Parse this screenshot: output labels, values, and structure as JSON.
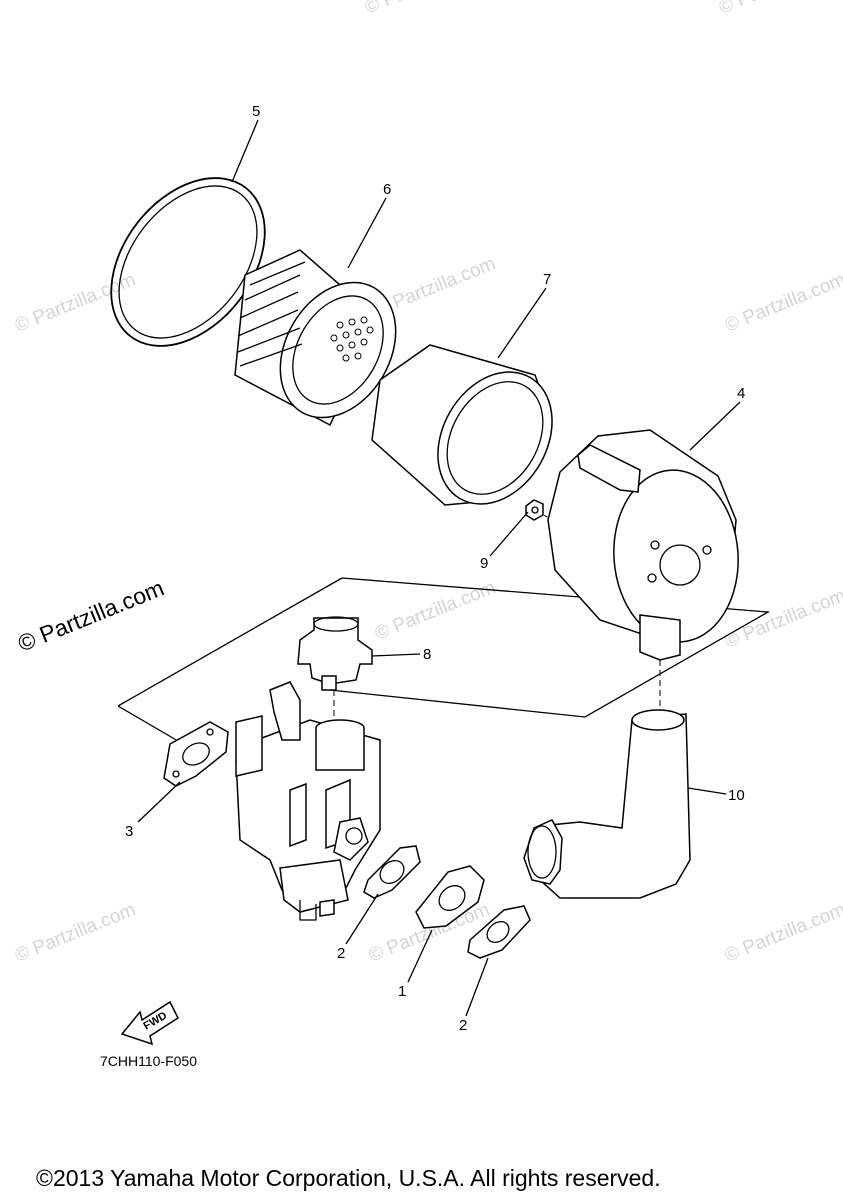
{
  "diagram": {
    "part_labels": {
      "p1": "1",
      "p2a": "2",
      "p2b": "2",
      "p3": "3",
      "p4": "4",
      "p5": "5",
      "p6": "6",
      "p7": "7",
      "p8": "8",
      "p9": "9",
      "p10": "10"
    },
    "watermark_text": "© Partzilla.com",
    "watermark_large_text": "© Partzilla.com",
    "direction_marker": "FWD",
    "drawing_code": "7CHH110-F050",
    "copyright": "©2013 Yamaha Motor Corporation, U.S.A. All rights reserved."
  }
}
